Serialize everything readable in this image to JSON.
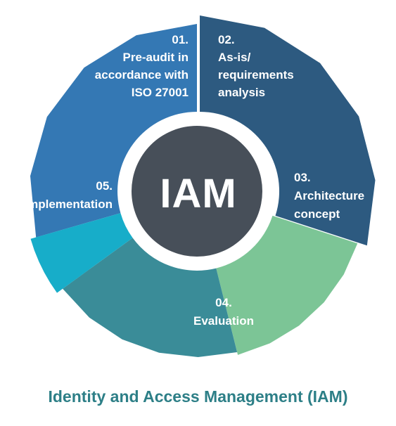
{
  "center_label": "IAM",
  "caption": "Identity and Access Management (IAM)",
  "segments": [
    {
      "number": "01.",
      "lines": [
        "Pre-audit in",
        "accordance with",
        "ISO 27001"
      ],
      "color": "#3478b4"
    },
    {
      "number": "02.",
      "lines": [
        "As-is/",
        "requirements",
        "analysis"
      ],
      "color": "#2d5a80"
    },
    {
      "number": "03.",
      "lines": [
        "Architecture",
        "concept"
      ],
      "color": "#7cc596"
    },
    {
      "number": "04.",
      "lines": [
        "Evaluation"
      ],
      "color": "#3a8c98"
    },
    {
      "number": "05.",
      "lines": [
        "Implementation"
      ],
      "color": "#17adc9"
    }
  ],
  "center_color": "#474f59"
}
